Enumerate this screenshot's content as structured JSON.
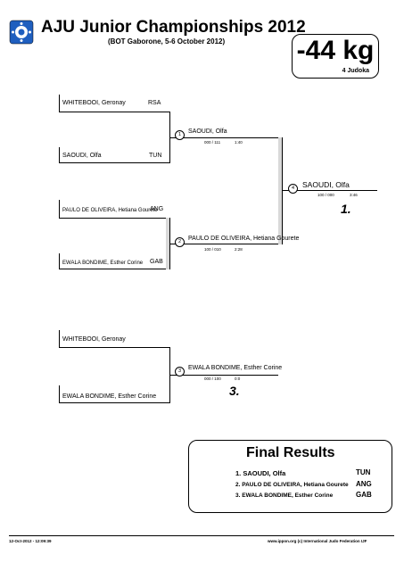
{
  "header": {
    "title": "AJU Junior Championships 2012",
    "subtitle": "(BOT Gaborone, 5-6 October 2012)",
    "weight": "-44 kg",
    "judoka_count": "4 Judoka"
  },
  "bracket": {
    "entries": {
      "e1_name": "WHITEBOOI, Geronay",
      "e1_nat": "RSA",
      "e2_name": "SAOUDI, Olfa",
      "e2_nat": "TUN",
      "e3_name": "PAULO DE OLIVEIRA, Hetiana Gourete",
      "e3_nat": "ANG",
      "e4_name": "EWALA BONDIME, Esther Corine",
      "e4_nat": "GAB"
    },
    "match1": {
      "num": "1",
      "winner": "SAOUDI, Olfa",
      "score": "000  /  111",
      "time": "1:40"
    },
    "match2": {
      "num": "2",
      "winner": "PAULO DE OLIVEIRA, Hetiana Gourete",
      "score": "100  /  010",
      "time": "2:28"
    },
    "match4": {
      "num": "4",
      "winner": "SAOUDI, Olfa",
      "score": "100  /  000",
      "time": "3:46",
      "place": "1."
    },
    "repechage": {
      "top_name": "WHITEBOOI, Geronay",
      "bottom_name": "EWALA BONDIME, Esther Corine"
    },
    "match3": {
      "num": "3",
      "winner": "EWALA BONDIME, Esther Corine",
      "score": "000  /  100",
      "time": "0:0",
      "place": "3."
    }
  },
  "final_results": {
    "title": "Final Results",
    "rows": [
      {
        "place": "1.",
        "name": "SAOUDI, Olfa",
        "nat": "TUN"
      },
      {
        "place": "2.",
        "name": "PAULO DE OLIVEIRA, Hetiana Gourete",
        "nat": "ANG"
      },
      {
        "place": "3.",
        "name": "EWALA BONDIME, Esther Corine",
        "nat": "GAB"
      }
    ]
  },
  "footer": {
    "timestamp": "12-Oct-2012 - 12:09:39",
    "credit": "www.ippon.org  (c) International Judo Federation IJF"
  },
  "colors": {
    "line": "#000000",
    "shade": "#d9d9d9",
    "logo_blue": "#1f5fbf"
  },
  "icons": {
    "logo": "ijf-logo-icon"
  }
}
